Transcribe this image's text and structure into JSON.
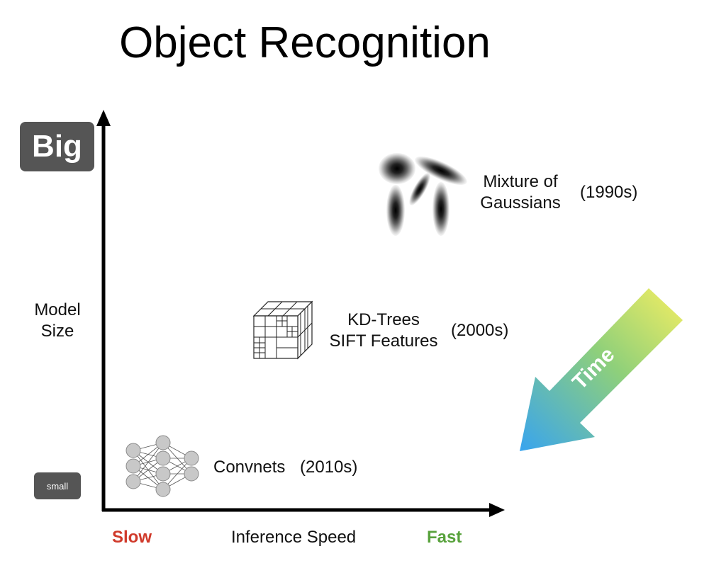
{
  "title": "Object Recognition",
  "y_axis": {
    "label": "Model Size",
    "top_badge": "Big",
    "bottom_badge": "small"
  },
  "x_axis": {
    "label": "Inference Speed",
    "left_label": "Slow",
    "right_label": "Fast",
    "left_color": "#d03a2b",
    "right_color": "#58a23c"
  },
  "time_arrow": {
    "label": "Time",
    "gradient": [
      "#f4ee62",
      "#38a4ef"
    ]
  },
  "items": [
    {
      "name_lines": [
        "Mixture of",
        "Gaussians"
      ],
      "era": "(1990s)",
      "icon": "gaussian-blobs-icon"
    },
    {
      "name_lines": [
        "KD-Trees",
        "SIFT Features"
      ],
      "era": "(2000s)",
      "icon": "kd-tree-cube-icon"
    },
    {
      "name_lines": [
        "Convnets"
      ],
      "era": "(2010s)",
      "icon": "neural-network-icon"
    }
  ]
}
